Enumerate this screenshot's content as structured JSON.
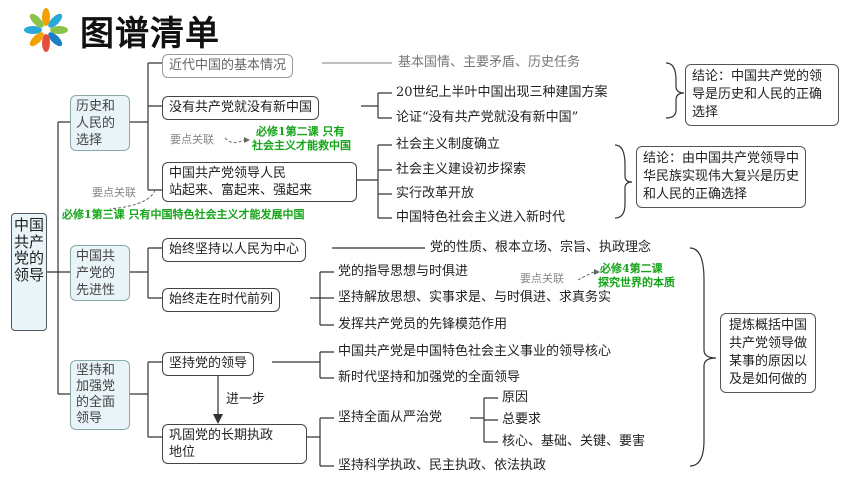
{
  "header": {
    "title": "图谱清单",
    "logo_icon": "flower-logo-icon"
  },
  "root": "中国共产党的领导",
  "sections": {
    "history": "历史和人民的选择",
    "advanced": "中国共产党的先进性",
    "uphold": "坚持和加强党的全面领导"
  },
  "history": {
    "item1": "近代中国的基本情况",
    "item1_detail": "基本国情、主要矛盾、历史任务",
    "item2": "没有共产党就没有新中国",
    "item2_d1": "20世纪上半叶中国出现三种建国方案",
    "item2_d2": "论证“没有共产党就没有新中国”",
    "item2_note": "要点关联",
    "item2_link": [
      "必修1第二课 只有",
      "社会主义才能救中国"
    ],
    "conclusion1": "结论：中国共产党的领导是历史和人民的正确选择",
    "item3": [
      "中国共产党领导人民",
      "站起来、富起来、强起来"
    ],
    "item3_details": [
      "社会主义制度确立",
      "社会主义建设初步探索",
      "实行改革开放",
      "中国特色社会主义进入新时代"
    ],
    "item3_note": "要点关联",
    "item3_link": "必修1第三课 只有中国特色社会主义才能发展中国",
    "conclusion2": "结论：由中国共产党领导中华民族实现伟大复兴是历史和人民的正确选择"
  },
  "advanced": {
    "item1": "始终坚持以人民为中心",
    "item1_detail": "党的性质、根本立场、宗旨、执政理念",
    "item2": "始终走在时代前列",
    "item2_details": [
      "党的指导思想与时俱进",
      "坚持解放思想、实事求是、与时俱进、求真务实",
      "发挥共产党员的先锋模范作用"
    ],
    "item2_note": "要点关联",
    "item2_link": [
      "必修4第二课",
      "探究世界的本质"
    ]
  },
  "uphold": {
    "item1": "坚持党的领导",
    "item1_details": [
      "中国共产党是中国特色社会主义事业的领导核心",
      "新时代坚持和加强党的全面领导"
    ],
    "arrow_label": "进一步",
    "item2": [
      "巩固党的长期执政",
      "地位"
    ],
    "item2_sub": "坚持全面从严治党",
    "item2_sub_details": [
      "原因",
      "总要求",
      "核心、基础、关键、要害"
    ],
    "item2_d2": "坚持科学执政、民主执政、依法执政"
  },
  "summary": "提炼概括中国共产党领导做某事的原因以及是如何做的",
  "colors": {
    "accent_green": "#15a51a",
    "section_fill": "#e9f4f8"
  }
}
